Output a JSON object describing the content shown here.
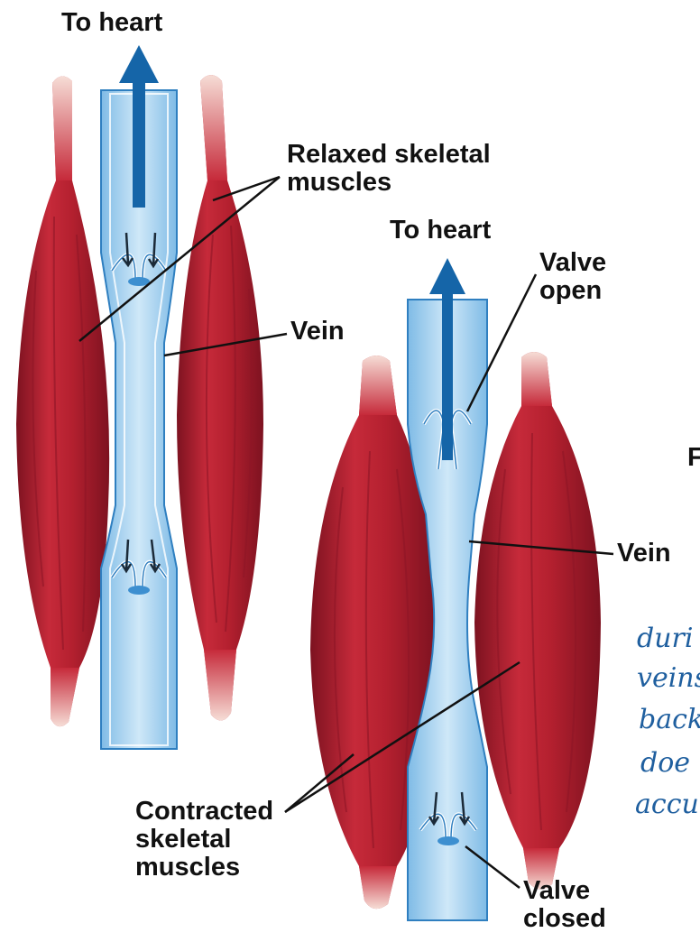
{
  "figure": {
    "labels": {
      "to_heart_top": "To heart",
      "relaxed_muscles": "Relaxed skeletal\nmuscles",
      "to_heart_right": "To heart",
      "valve_open": "Valve\nopen",
      "vein_left": "Vein",
      "vein_right": "Vein",
      "partial_letter": "F",
      "contracted_muscles": "Contracted\nskeletal\nmuscles",
      "valve_closed": "Valve\nclosed"
    },
    "handwritten_note": [
      "duri",
      "veins",
      "back",
      "doe",
      "accu"
    ],
    "colors": {
      "muscle": "#b4202f",
      "muscle_dark": "#7d1220",
      "tendon": "#f2cfc8",
      "vein": "#a8d4f0",
      "vein_edge": "#2f7fc0",
      "arrow": "#1565a8",
      "handwriting": "#1f5f9f"
    }
  }
}
